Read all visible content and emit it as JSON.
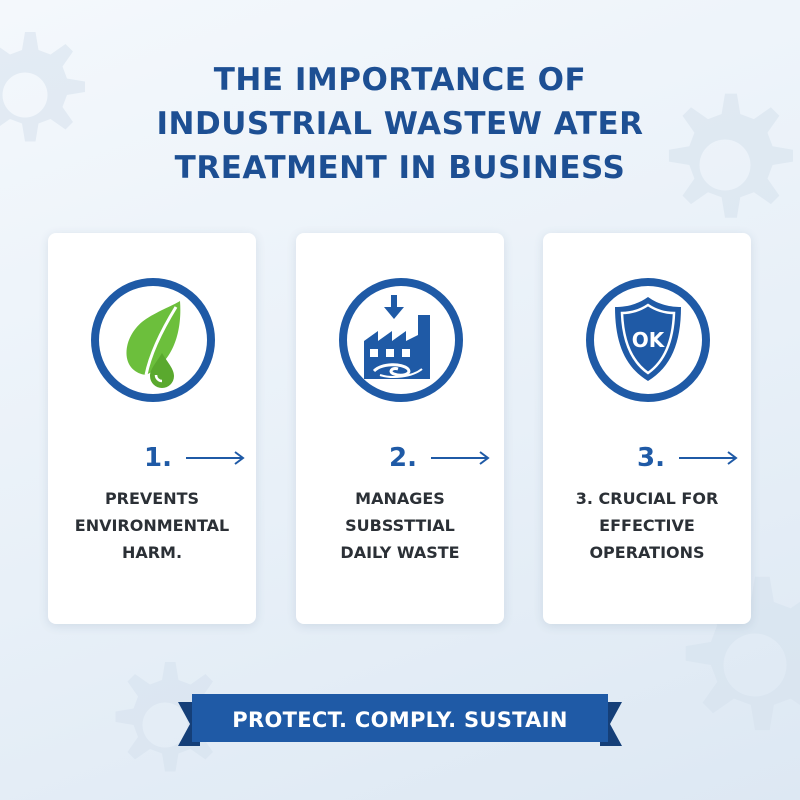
{
  "title": {
    "lines": [
      "THE IMPORTANCE OF",
      "INDUSTRIAL WASTEW ATER",
      "TREATMENT IN BUSINESS"
    ]
  },
  "cards": [
    {
      "icon": "leaf-drop-icon",
      "number": "1.",
      "lines": [
        "PREVENTS",
        "ENVIRONMENTAL",
        "HARM."
      ]
    },
    {
      "icon": "factory-icon",
      "number": "2.",
      "lines": [
        "MANAGES",
        "SUBSSTTIAL",
        "DAILY WASTE"
      ]
    },
    {
      "icon": "shield-ok-icon",
      "icon_text": "OK",
      "number": "3.",
      "lines": [
        "3. CRUCIAL FOR",
        "EFFECTIVE",
        "OPERATIONS"
      ]
    }
  ],
  "banner": {
    "label": "PROTECT. COMPLY. SUSTAIN"
  },
  "colors": {
    "title_blue": "#1d4f93",
    "accent_blue": "#1f5aa6",
    "leaf_green": "#6cbf3c",
    "banner_blue": "#1f5aa6",
    "banner_dark": "#153f78"
  }
}
